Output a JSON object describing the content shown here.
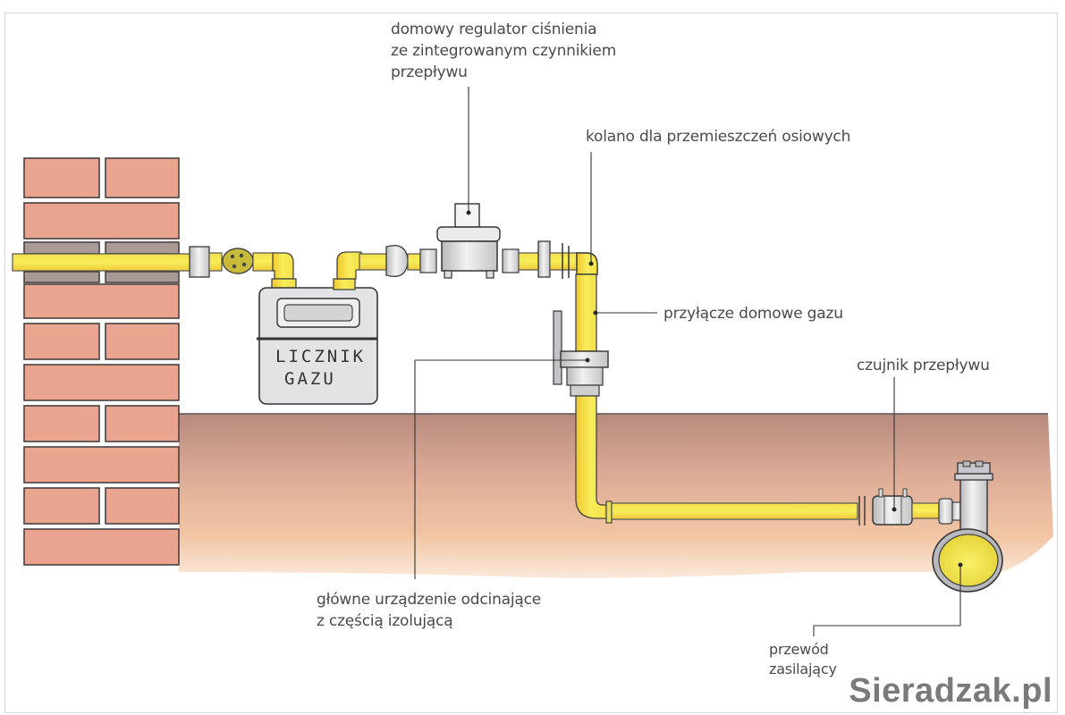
{
  "diagram": {
    "labels": {
      "regulator": "domowy regulator ciśnienia\nze zintegrowanym czynnikiem\nprzepływu",
      "elbow": "kolano dla przemieszczeń osiowych",
      "connection": "przyłącze domowe gazu",
      "flow_sensor": "czujnik przepływu",
      "shutoff": "główne urządzenie odcinające\nz częścią izolującą",
      "supply_line": "przewód\nzasilający"
    },
    "meter": {
      "line1": "LICZNIK",
      "line2": "GAZU"
    }
  },
  "watermark": "Sieradzak.pl",
  "colors": {
    "pipe": "#f2e64a",
    "brick": "#e8a08a",
    "ground_top": "#b88a7e",
    "ground_bottom": "#f3c9a8",
    "metal": "#dcdcdc",
    "line": "#3a3a3a"
  }
}
